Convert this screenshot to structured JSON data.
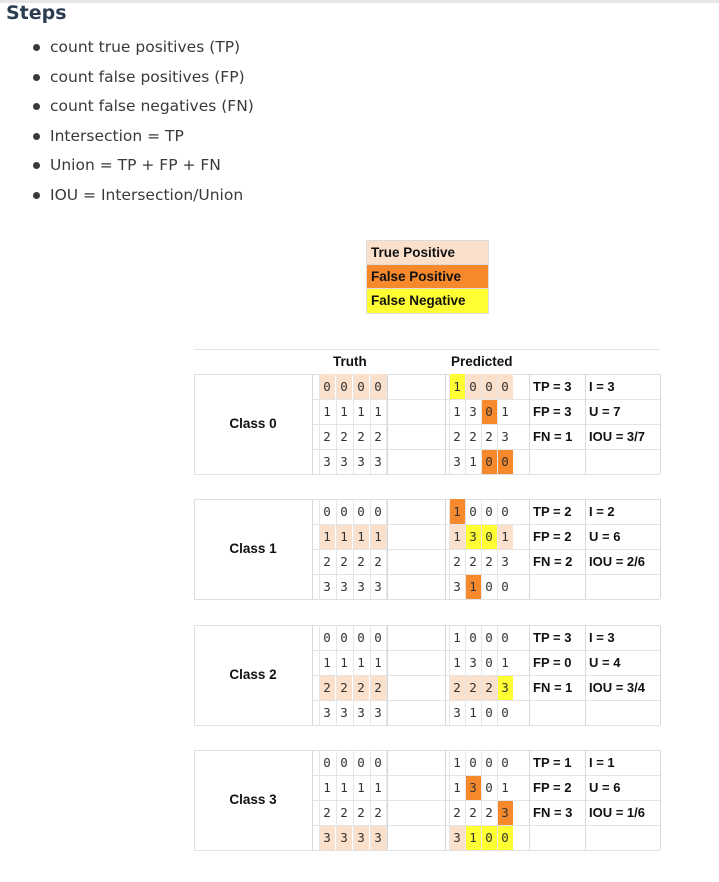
{
  "heading": "Steps",
  "steps": [
    "count true positives (TP)",
    "count false positives (FP)",
    "count false negatives (FN)",
    "Intersection = TP",
    "Union = TP + FP + FN",
    "IOU = Intersection/Union"
  ],
  "legend": [
    {
      "label": "True Positive",
      "color": "#fbe0cc"
    },
    {
      "label": "False Positive",
      "color": "#f6892b"
    },
    {
      "label": "False Negative",
      "color": "#ffff33"
    }
  ],
  "headers": {
    "truth": "Truth",
    "predicted": "Predicted"
  },
  "colors": {
    "tp": "#fbe0cc",
    "fp": "#f6892b",
    "fn": "#ffff33"
  },
  "classes": [
    {
      "label": "Class 0",
      "truth": [
        [
          "0",
          "0",
          "0",
          "0"
        ],
        [
          "1",
          "1",
          "1",
          "1"
        ],
        [
          "2",
          "2",
          "2",
          "2"
        ],
        [
          "3",
          "3",
          "3",
          "3"
        ]
      ],
      "truth_hl": [
        [
          "tp",
          "tp",
          "tp",
          "tp"
        ],
        [
          "",
          "",
          "",
          ""
        ],
        [
          "",
          "",
          "",
          ""
        ],
        [
          "",
          "",
          "",
          ""
        ]
      ],
      "pred": [
        [
          "1",
          "0",
          "0",
          "0"
        ],
        [
          "1",
          "3",
          "0",
          "1"
        ],
        [
          "2",
          "2",
          "2",
          "3"
        ],
        [
          "3",
          "1",
          "0",
          "0"
        ]
      ],
      "pred_hl": [
        [
          "fn",
          "tp",
          "tp",
          "tp"
        ],
        [
          "",
          "",
          "fp",
          ""
        ],
        [
          "",
          "",
          "",
          ""
        ],
        [
          "",
          "",
          "fp",
          "fp"
        ]
      ],
      "stats": [
        [
          "TP = 3",
          "I = 3"
        ],
        [
          "FP = 3",
          "U = 7"
        ],
        [
          "FN = 1",
          "IOU = 3/7"
        ],
        [
          "",
          ""
        ]
      ]
    },
    {
      "label": "Class 1",
      "truth": [
        [
          "0",
          "0",
          "0",
          "0"
        ],
        [
          "1",
          "1",
          "1",
          "1"
        ],
        [
          "2",
          "2",
          "2",
          "2"
        ],
        [
          "3",
          "3",
          "3",
          "3"
        ]
      ],
      "truth_hl": [
        [
          "",
          "",
          "",
          ""
        ],
        [
          "tp",
          "tp",
          "tp",
          "tp"
        ],
        [
          "",
          "",
          "",
          ""
        ],
        [
          "",
          "",
          "",
          ""
        ]
      ],
      "pred": [
        [
          "1",
          "0",
          "0",
          "0"
        ],
        [
          "1",
          "3",
          "0",
          "1"
        ],
        [
          "2",
          "2",
          "2",
          "3"
        ],
        [
          "3",
          "1",
          "0",
          "0"
        ]
      ],
      "pred_hl": [
        [
          "fp",
          "",
          "",
          ""
        ],
        [
          "tp",
          "fn",
          "fn",
          "tp"
        ],
        [
          "",
          "",
          "",
          ""
        ],
        [
          "",
          "fp",
          "",
          ""
        ]
      ],
      "stats": [
        [
          "TP = 2",
          "I = 2"
        ],
        [
          "FP = 2",
          "U = 6"
        ],
        [
          "FN = 2",
          "IOU = 2/6"
        ],
        [
          "",
          ""
        ]
      ]
    },
    {
      "label": "Class 2",
      "truth": [
        [
          "0",
          "0",
          "0",
          "0"
        ],
        [
          "1",
          "1",
          "1",
          "1"
        ],
        [
          "2",
          "2",
          "2",
          "2"
        ],
        [
          "3",
          "3",
          "3",
          "3"
        ]
      ],
      "truth_hl": [
        [
          "",
          "",
          "",
          ""
        ],
        [
          "",
          "",
          "",
          ""
        ],
        [
          "tp",
          "tp",
          "tp",
          "tp"
        ],
        [
          "",
          "",
          "",
          ""
        ]
      ],
      "pred": [
        [
          "1",
          "0",
          "0",
          "0"
        ],
        [
          "1",
          "3",
          "0",
          "1"
        ],
        [
          "2",
          "2",
          "2",
          "3"
        ],
        [
          "3",
          "1",
          "0",
          "0"
        ]
      ],
      "pred_hl": [
        [
          "",
          "",
          "",
          ""
        ],
        [
          "",
          "",
          "",
          ""
        ],
        [
          "tp",
          "tp",
          "tp",
          "fn"
        ],
        [
          "",
          "",
          "",
          ""
        ]
      ],
      "stats": [
        [
          "TP = 3",
          "I = 3"
        ],
        [
          "FP = 0",
          "U = 4"
        ],
        [
          "FN = 1",
          "IOU = 3/4"
        ],
        [
          "",
          ""
        ]
      ]
    },
    {
      "label": "Class 3",
      "truth": [
        [
          "0",
          "0",
          "0",
          "0"
        ],
        [
          "1",
          "1",
          "1",
          "1"
        ],
        [
          "2",
          "2",
          "2",
          "2"
        ],
        [
          "3",
          "3",
          "3",
          "3"
        ]
      ],
      "truth_hl": [
        [
          "",
          "",
          "",
          ""
        ],
        [
          "",
          "",
          "",
          ""
        ],
        [
          "",
          "",
          "",
          ""
        ],
        [
          "tp",
          "tp",
          "tp",
          "tp"
        ]
      ],
      "pred": [
        [
          "1",
          "0",
          "0",
          "0"
        ],
        [
          "1",
          "3",
          "0",
          "1"
        ],
        [
          "2",
          "2",
          "2",
          "3"
        ],
        [
          "3",
          "1",
          "0",
          "0"
        ]
      ],
      "pred_hl": [
        [
          "",
          "",
          "",
          ""
        ],
        [
          "",
          "fp",
          "",
          ""
        ],
        [
          "",
          "",
          "",
          "fp"
        ],
        [
          "tp",
          "fn",
          "fn",
          "fn"
        ]
      ],
      "stats": [
        [
          "TP = 1",
          "I = 1"
        ],
        [
          "FP = 2",
          "U = 6"
        ],
        [
          "FN = 3",
          "IOU = 1/6"
        ],
        [
          "",
          ""
        ]
      ]
    }
  ]
}
